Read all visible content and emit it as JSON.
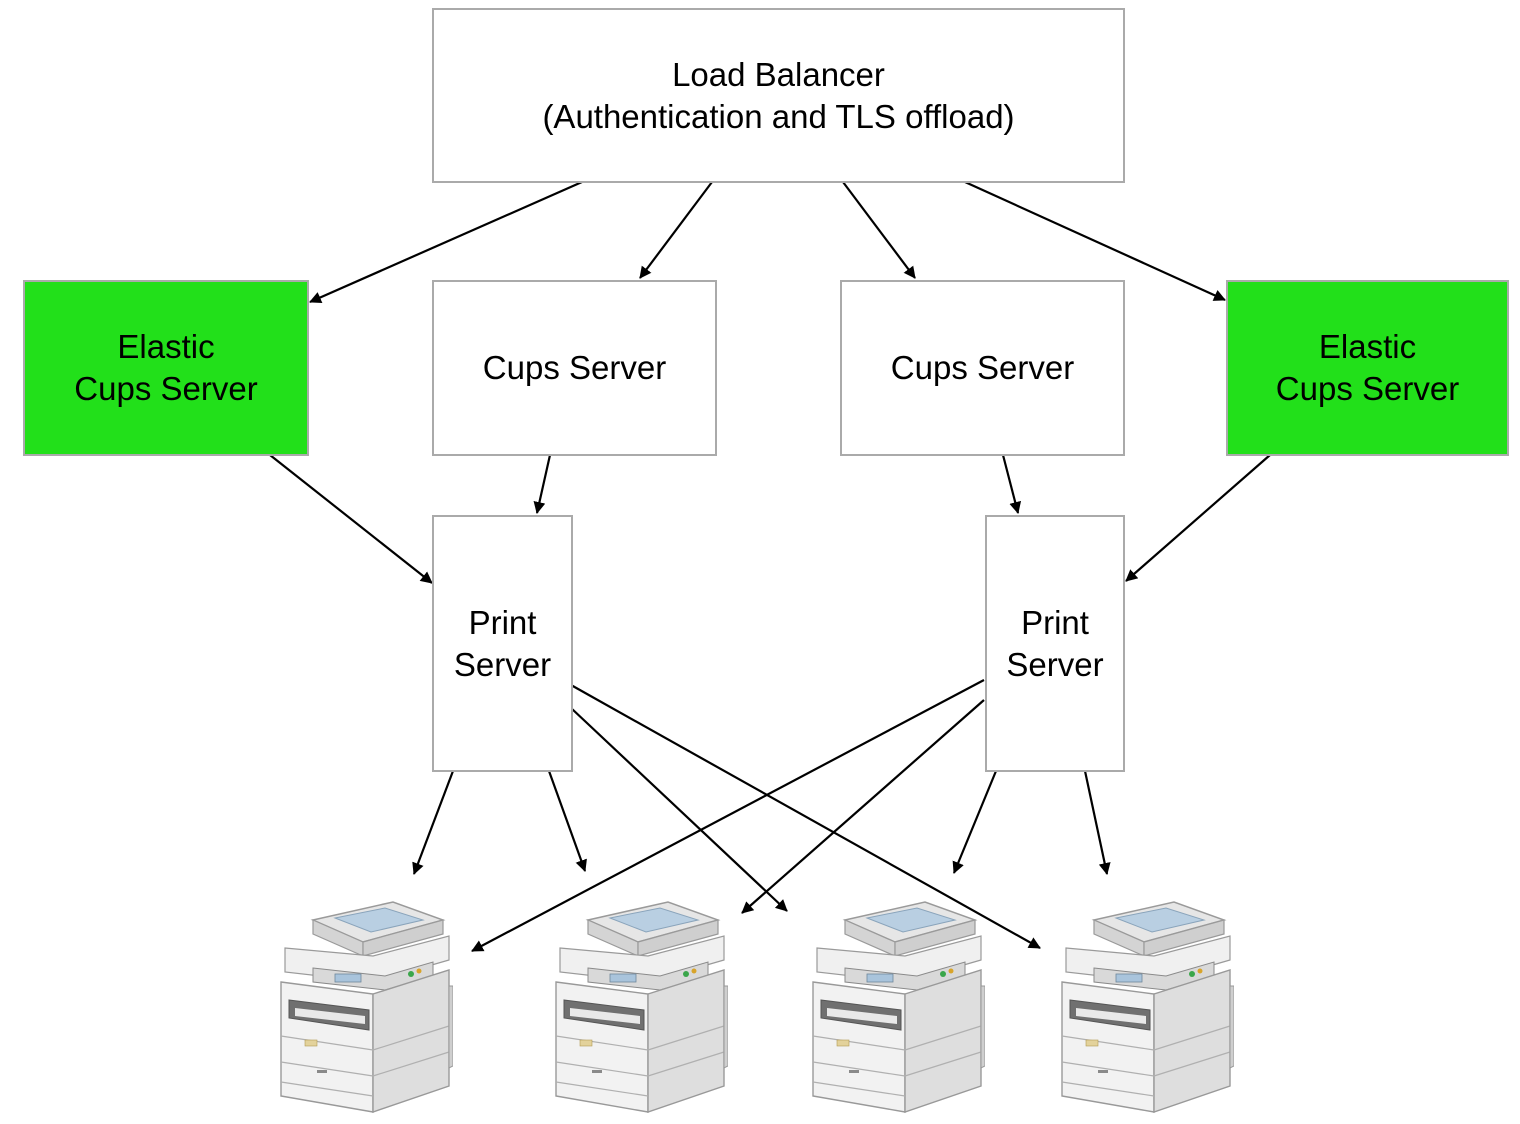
{
  "nodes": {
    "load_balancer": "Load Balancer\n(Authentication and TLS offload)",
    "elastic_left": "Elastic\nCups Server",
    "cups_left": "Cups Server",
    "cups_right": "Cups Server",
    "elastic_right": "Elastic\nCups Server",
    "print_left": "Print\nServer",
    "print_right": "Print\nServer"
  },
  "printers": [
    {
      "icon": "printer-icon"
    },
    {
      "icon": "printer-icon"
    },
    {
      "icon": "printer-icon"
    },
    {
      "icon": "printer-icon"
    }
  ],
  "colors": {
    "elastic_fill": "#22e01a",
    "node_border": "#aaaaaa",
    "edge": "#000000"
  }
}
